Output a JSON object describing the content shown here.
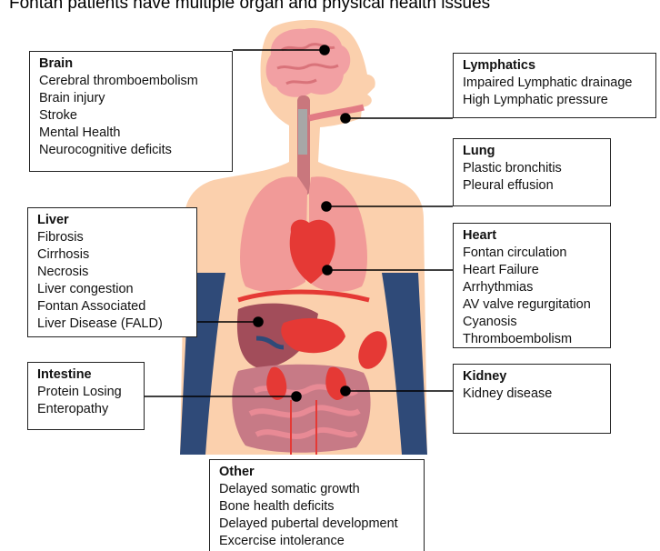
{
  "caption": "Fontan patients have multiple organ and physical health issues",
  "boxes": {
    "brain": {
      "title": "Brain",
      "items": [
        "Cerebral thromboembolism",
        "Brain injury",
        "Stroke",
        "Mental Health",
        "Neurocognitive deficits"
      ]
    },
    "lymphatics": {
      "title": "Lymphatics",
      "items": [
        "Impaired Lymphatic drainage",
        "High Lymphatic pressure"
      ]
    },
    "lung": {
      "title": "Lung",
      "items": [
        "Plastic bronchitis",
        "Pleural effusion"
      ]
    },
    "liver": {
      "title": "Liver",
      "items": [
        "Fibrosis",
        "Cirrhosis",
        "Necrosis",
        "Liver congestion",
        "Fontan Associated",
        "Liver Disease (FALD)"
      ]
    },
    "heart": {
      "title": "Heart",
      "items": [
        "Fontan circulation",
        "Heart Failure",
        "Arrhythmias",
        "AV valve regurgitation",
        "Cyanosis",
        "Thromboembolism"
      ]
    },
    "intestine": {
      "title": "Intestine",
      "items": [
        "Protein Losing",
        "Enteropathy"
      ]
    },
    "kidney": {
      "title": "Kidney",
      "items": [
        "Kidney disease"
      ]
    },
    "other": {
      "title": "Other",
      "items": [
        "Delayed somatic growth",
        "Bone health deficits",
        "Delayed pubertal development",
        "Excercise intolerance"
      ]
    }
  },
  "colors": {
    "skin": "#fbd0ad",
    "lung": "#f19a98",
    "heart": "#e53935",
    "liver": "#a24d5a",
    "intestine": "#c77a86",
    "vessel": "#2f4a78"
  }
}
